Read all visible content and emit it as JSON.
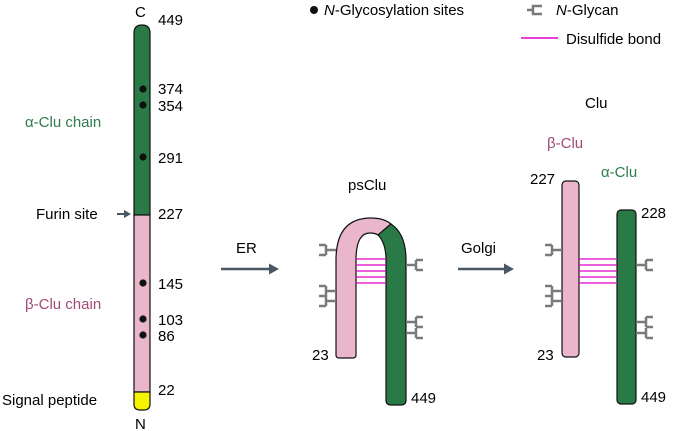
{
  "colors": {
    "alpha": "#2a7a47",
    "beta": "#e9b6cb",
    "signal": "#f5f500",
    "disulfide": "#e000c8",
    "glycan": "#7a7a7a",
    "arrow": "#4a5866",
    "alpha_text": "#2e7d4a",
    "beta_text": "#a04a74"
  },
  "legend": {
    "glyco_prefix": "N",
    "glyco_suffix": "-Glycosylation sites",
    "glycan_prefix": "N",
    "glycan_suffix": "-Glycan",
    "disulfide": "Disulfide bond"
  },
  "precursor": {
    "c_terminus": "C",
    "n_terminus": "N",
    "residues": {
      "r449": "449",
      "r374": "374",
      "r354": "354",
      "r291": "291",
      "r227": "227",
      "r145": "145",
      "r103": "103",
      "r86": "86",
      "r22": "22"
    },
    "alpha_chain_label": "α-Clu chain",
    "beta_chain_label": "β-Clu chain",
    "furin_label": "Furin site",
    "signal_label": "Signal peptide"
  },
  "steps": {
    "er": "ER",
    "golgi": "Golgi"
  },
  "psclu": {
    "title": "psClu",
    "n_end": "23",
    "c_end": "449"
  },
  "clu": {
    "title": "Clu",
    "beta_label": "β-Clu",
    "alpha_label": "α-Clu",
    "beta_top": "227",
    "alpha_top": "228",
    "beta_bottom": "23",
    "alpha_bottom": "449"
  }
}
